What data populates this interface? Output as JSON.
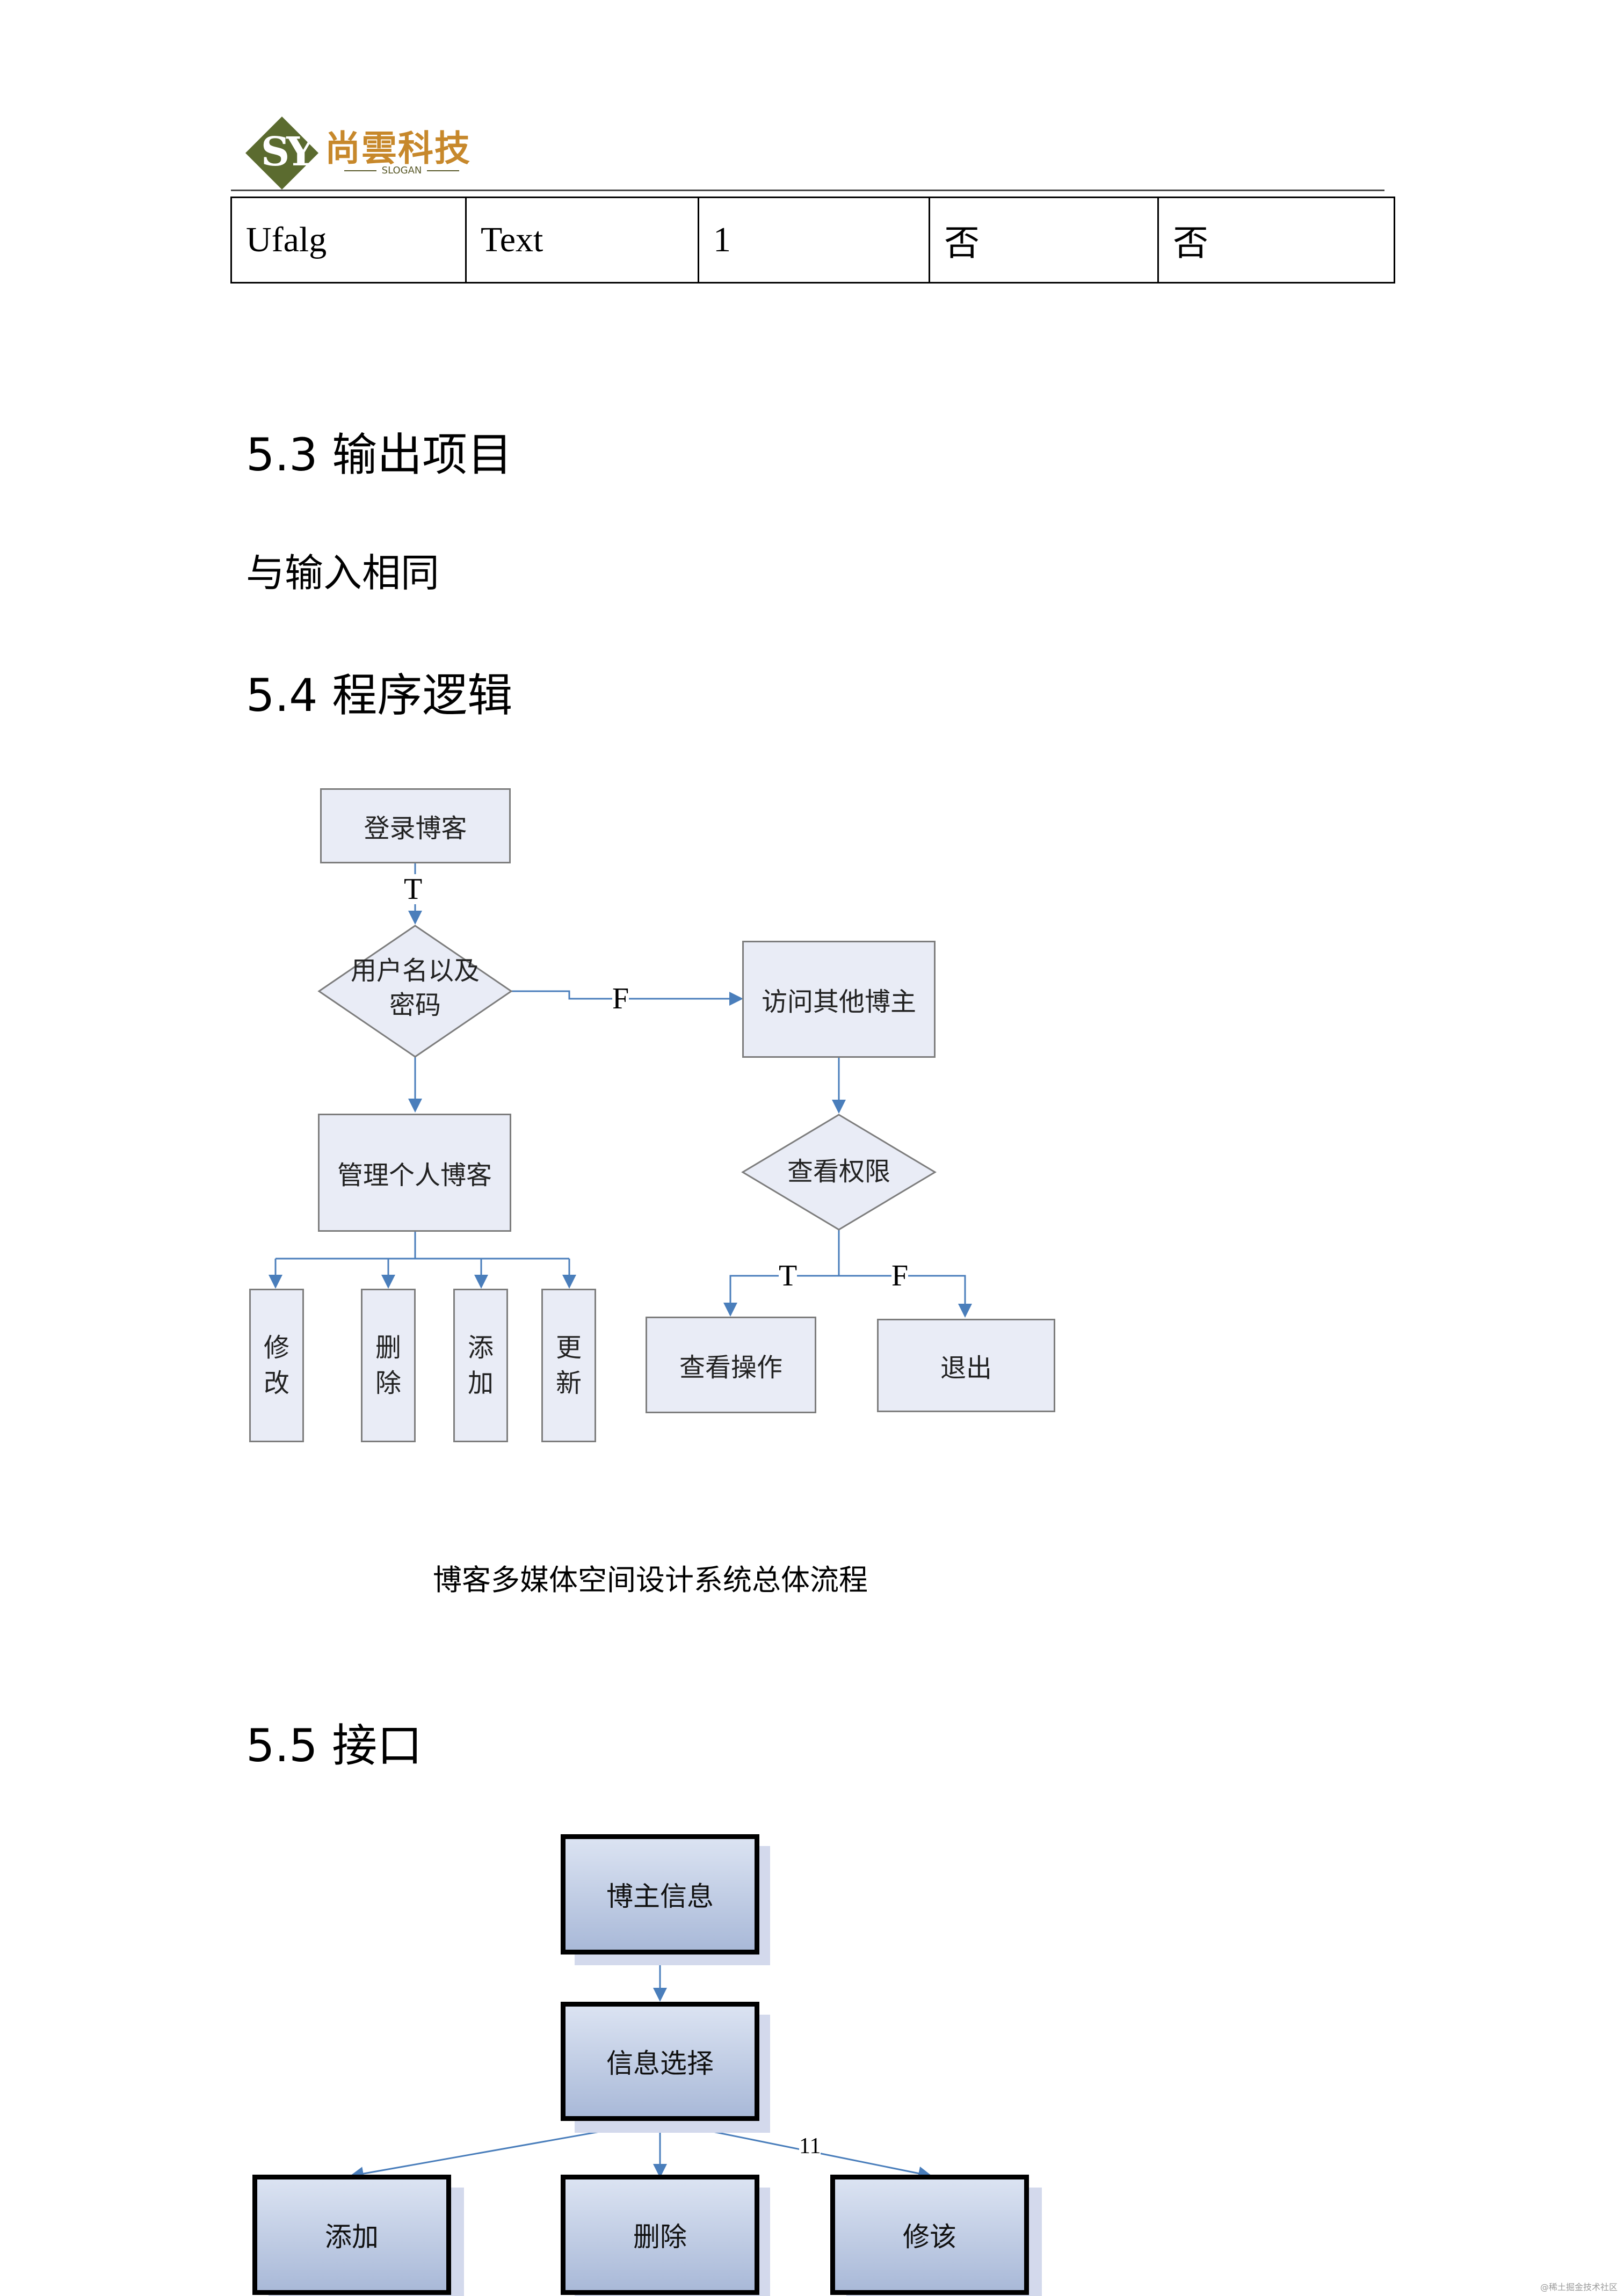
{
  "header": {
    "logo_mark": "SY",
    "logo_name": "尚雲科技",
    "logo_slogan": "SLOGAN"
  },
  "table": {
    "row": [
      "Ufalg",
      "Text",
      "1",
      "否",
      "否"
    ]
  },
  "sections": {
    "s53_title": "5.3 输出项目",
    "s53_text": "与输入相同",
    "s54_title": "5.4 程序逻辑",
    "s55_title": "5.5 接口"
  },
  "flowchart": {
    "login": "登录博客",
    "t_label_1": "T",
    "check_line1": "用户名以及",
    "check_line2": "密码",
    "f_label_1": "F",
    "visit": "访问其他博主",
    "manage": "管理个人博客",
    "permission": "查看权限",
    "t_label_2": "T",
    "f_label_2": "F",
    "view_op": "查看操作",
    "exit": "退出",
    "ops": [
      [
        "修",
        "改"
      ],
      [
        "删",
        "除"
      ],
      [
        "添",
        "加"
      ],
      [
        "更",
        "新"
      ]
    ],
    "caption": "博客多媒体空间设计系统总体流程"
  },
  "interface": {
    "blogger_info": "博主信息",
    "info_select": "信息选择",
    "edge_label": "11",
    "add": "添加",
    "delete": "删除",
    "modify": "修该"
  },
  "colors": {
    "box_fill": "#e9ecf6",
    "arrow": "#4a7ebb",
    "logo_green": "#5b6b2f",
    "logo_gold": "#c7882b"
  },
  "footer": {
    "watermark": "@稀土掘金技术社区"
  }
}
